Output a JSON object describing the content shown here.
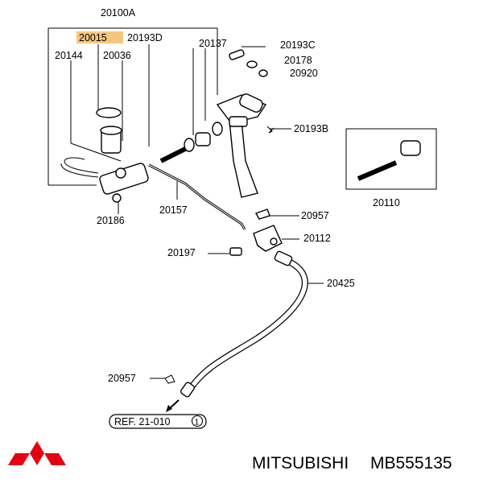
{
  "parts": {
    "assembly": "20100A",
    "highlighted": "20015",
    "clip_upper": "20193D",
    "hose_small": "20144",
    "reservoir_cap": "20036",
    "pin": "20137",
    "clip_right": "20193C",
    "washer": "20178",
    "ring": "20920",
    "clip_mid": "20193B",
    "kit": "20110",
    "bracket_clip": "20957",
    "bracket": "20112",
    "nut": "20186",
    "pipe": "20157",
    "bolt": "20197",
    "hose": "20425",
    "clip_lower": "20957"
  },
  "reference": {
    "text": "REF. 21-010",
    "circle": "1"
  },
  "footer": {
    "brand": "MITSUBISHI",
    "part_number": "MB555135"
  },
  "colors": {
    "highlight": "#f5c77e",
    "logo": "#e60012"
  }
}
